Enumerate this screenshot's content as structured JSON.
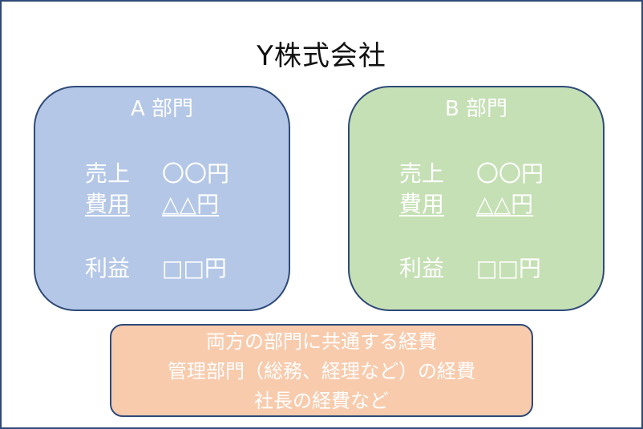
{
  "title": "Y株式会社",
  "departments": [
    {
      "name": "A 部門",
      "sales_label": "売上",
      "sales_value": "〇〇円",
      "cost_label": "費用",
      "cost_value": "△△円",
      "profit_label": "利益",
      "profit_value": "□□円"
    },
    {
      "name": "B 部門",
      "sales_label": "売上",
      "sales_value": "〇〇円",
      "cost_label": "費用",
      "cost_value": "△△円",
      "profit_label": "利益",
      "profit_value": "□□円"
    }
  ],
  "common": {
    "lines": [
      "両方の部門に共通する経費",
      "管理部門（総務、経理など）の経費",
      "社長の経費など"
    ]
  },
  "colors": {
    "dept_a_fill": "#b4c7e7",
    "dept_b_fill": "#c5e0b4",
    "common_fill": "#f8cbad",
    "border": "#2f4a78"
  }
}
